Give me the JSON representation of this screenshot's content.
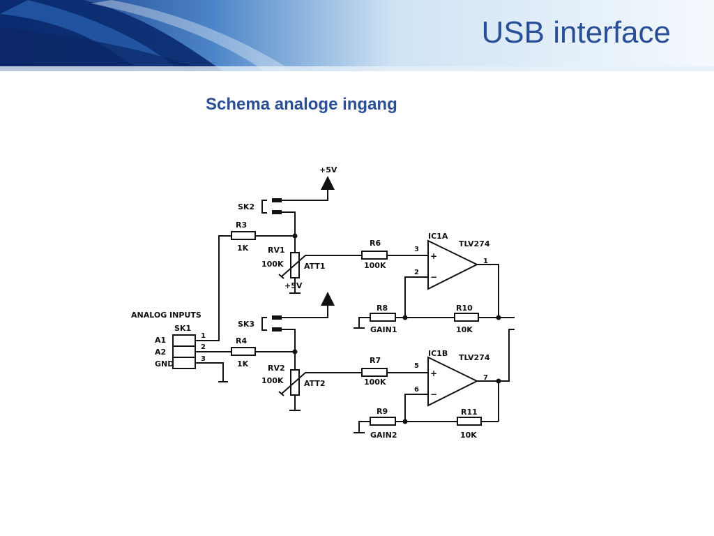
{
  "header": {
    "title": "USB interface"
  },
  "slide": {
    "subtitle": "Schema analoge ingang"
  },
  "schematic": {
    "connector": {
      "heading": "ANALOG INPUTS",
      "ref": "SK1",
      "pins": [
        "A1",
        "A2",
        "GND"
      ],
      "pin_numbers": [
        "1",
        "2",
        "3"
      ]
    },
    "supplies": [
      "+5V",
      "+5V"
    ],
    "jumpers": [
      "SK2",
      "SK3"
    ],
    "resistors": {
      "R3": {
        "ref": "R3",
        "value": "1K"
      },
      "R4": {
        "ref": "R4",
        "value": "1K"
      },
      "R6": {
        "ref": "R6",
        "value": "100K"
      },
      "R7": {
        "ref": "R7",
        "value": "100K"
      },
      "R8": {
        "ref": "R8",
        "value": "GAIN1"
      },
      "R9": {
        "ref": "R9",
        "value": "GAIN2"
      },
      "R10": {
        "ref": "R10",
        "value": "10K"
      },
      "R11": {
        "ref": "R11",
        "value": "10K"
      }
    },
    "pots": {
      "RV1": {
        "ref": "RV1",
        "value": "100K",
        "label": "ATT1"
      },
      "RV2": {
        "ref": "RV2",
        "value": "100K",
        "label": "ATT2"
      }
    },
    "opamps": {
      "IC1A": {
        "ref": "IC1A",
        "part": "TLV274",
        "pin_in_plus": "3",
        "pin_in_minus": "2",
        "pin_out": "1"
      },
      "IC1B": {
        "ref": "IC1B",
        "part": "TLV274",
        "pin_in_plus": "5",
        "pin_in_minus": "6",
        "pin_out": "7"
      }
    },
    "signs": {
      "plus": "+",
      "minus": "−"
    }
  }
}
